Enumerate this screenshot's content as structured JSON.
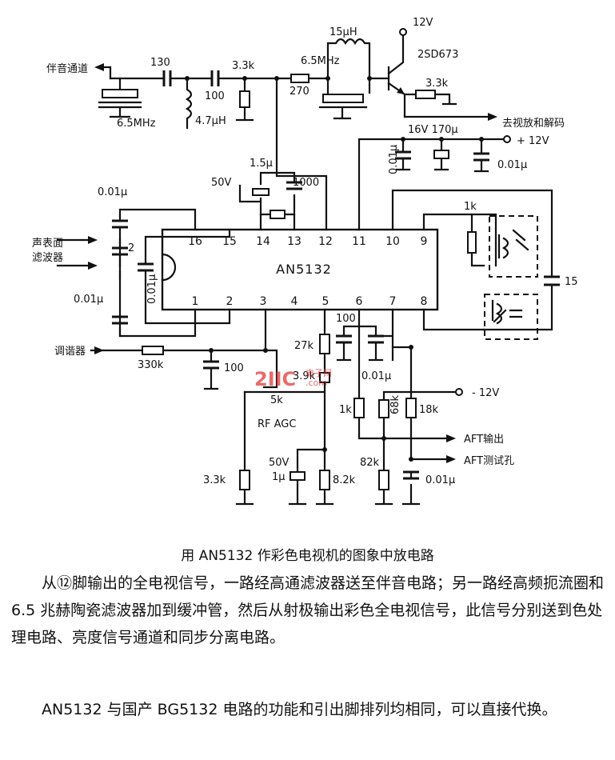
{
  "diagram": {
    "chip_label": "AN5132",
    "pins_top": [
      "16",
      "15",
      "14",
      "13",
      "12",
      "11",
      "10",
      "9"
    ],
    "pins_bottom": [
      "1",
      "2",
      "3",
      "4",
      "5",
      "6",
      "7",
      "8"
    ],
    "transistor_label": "2SD673",
    "terminals": {
      "audio_channel": "伴音通道",
      "to_video": "去视放和解码",
      "saw_filter": "声表面\n滤波器",
      "tuner": "调谐器",
      "aft_out": "AFT输出",
      "aft_test": "AFT测试孔",
      "plus12_top": "12V",
      "plus12_mid": "+ 12V",
      "minus12": "- 12V"
    },
    "components": {
      "c130": "130",
      "r33k_top": "3.3k",
      "c100_top": "100",
      "l47": "4.7μH",
      "f65_left": "6.5MHz",
      "r270": "270",
      "l15": "15μH",
      "f65_right": "6.5MHz",
      "r33k_emitter": "3.3k",
      "c170": "16V 170μ",
      "c001_left": "0.01μ",
      "c001_right": "0.01μ",
      "c15u": "1.5μ",
      "v50": "50V",
      "c1000": "1000",
      "c001_pin16": "0.01μ",
      "cap2": "2",
      "c001_pin1": "0.01μ",
      "c001_vert": "0.01μ",
      "r1k_pin9": "1k",
      "c15": "15",
      "r330k": "330k",
      "c100_tuner": "100",
      "r27k": "27k",
      "c100_pin6": "100",
      "c001_pin6": "0.01μ",
      "r39k": "3.9k",
      "pot5k": "5k",
      "rf_agc": "RF AGC",
      "r1k": "1k",
      "r68k": "68k",
      "r18k": "18k",
      "r82k": "82k",
      "r33k_bottom": "3.3k",
      "cap50v": "50V\n1μ",
      "r82k_small": "8.2k",
      "c001_aft": "0.01μ"
    },
    "watermark": "2IIC",
    "watermark_sub": "电子网\n.com"
  },
  "caption": "用 AN5132 作彩色电视机的图象中放电路",
  "paragraph1": "从⑫脚输出的全电视信号，一路经高通滤波器送至伴音电路；另一路经高频扼流圈和 6.5 兆赫陶瓷滤波器加到缓冲管，然后从射极输出彩色全电视信号，此信号分别送到色处理电路、亮度信号通道和同步分离电路。",
  "paragraph2": "AN5132 与国产 BG5132 电路的功能和引出脚排列均相同，可以直接代换。"
}
